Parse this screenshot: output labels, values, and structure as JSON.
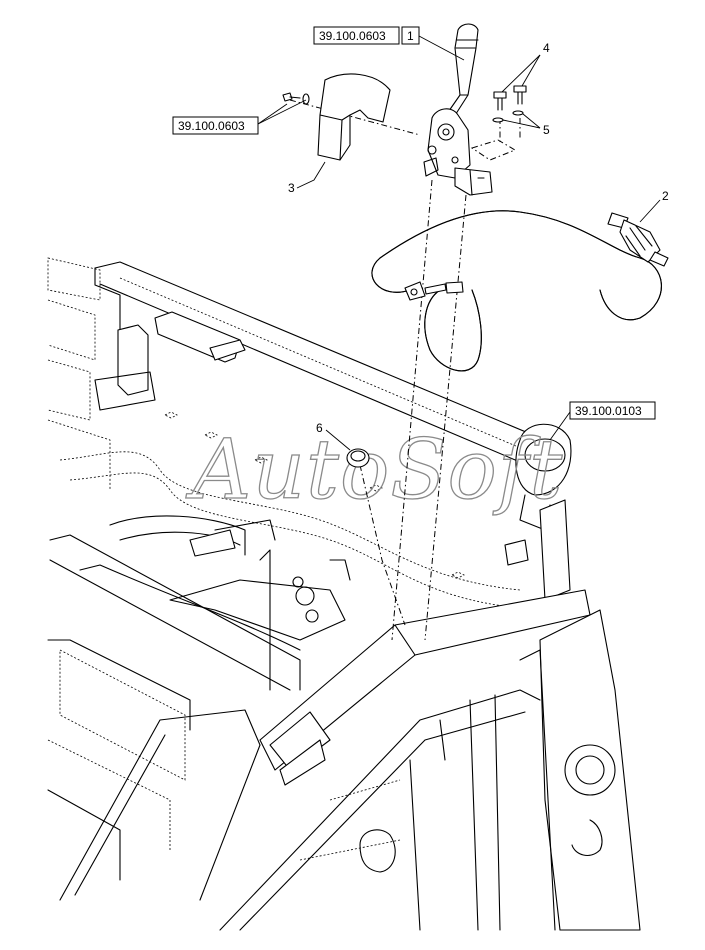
{
  "callouts": {
    "ref_top": "39.100.0603",
    "ref_top_item": "1",
    "ref_left": "39.100.0603",
    "ref_right": "39.100.0103",
    "items": [
      "2",
      "3",
      "4",
      "5",
      "6"
    ]
  },
  "watermark": "AutoSoft",
  "colors": {
    "line": "#000000",
    "background": "#ffffff",
    "watermark": "#8a8a8a"
  }
}
